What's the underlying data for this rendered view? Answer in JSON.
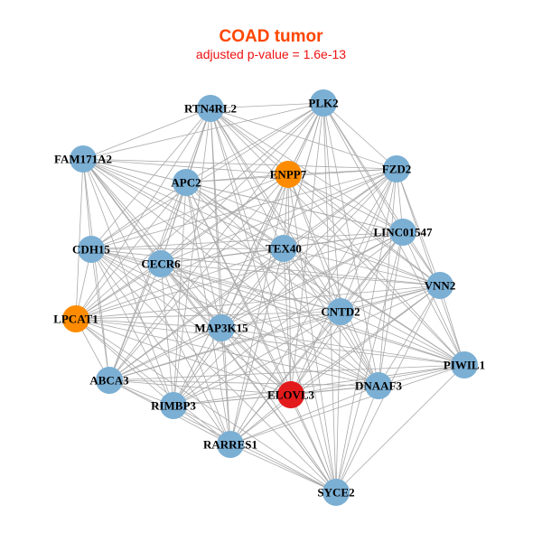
{
  "title": "COAD tumor",
  "subtitle": "adjusted p-value = 1.6e-13",
  "colors": {
    "default": "#7BAFD4",
    "highlight_orange": "#FF8C00",
    "highlight_red": "#E31A1C",
    "edge": "#AAAAAA"
  },
  "nodes": [
    {
      "label": "RTN4RL2",
      "color": "default"
    },
    {
      "label": "PLK2",
      "color": "default"
    },
    {
      "label": "FAM171A2",
      "color": "default"
    },
    {
      "label": "APC2",
      "color": "default"
    },
    {
      "label": "ENPP7",
      "color": "highlight_orange"
    },
    {
      "label": "FZD2",
      "color": "default"
    },
    {
      "label": "LINC01547",
      "color": "default"
    },
    {
      "label": "CDH15",
      "color": "default"
    },
    {
      "label": "CECR6",
      "color": "default"
    },
    {
      "label": "TEX40",
      "color": "default"
    },
    {
      "label": "VNN2",
      "color": "default"
    },
    {
      "label": "LPCAT1",
      "color": "highlight_orange"
    },
    {
      "label": "CNTD2",
      "color": "default"
    },
    {
      "label": "MAP3K15",
      "color": "default"
    },
    {
      "label": "PIWIL1",
      "color": "default"
    },
    {
      "label": "ABCA3",
      "color": "default"
    },
    {
      "label": "DNAAF3",
      "color": "default"
    },
    {
      "label": "ELOVL3",
      "color": "highlight_red"
    },
    {
      "label": "RIMBP3",
      "color": "default"
    },
    {
      "label": "RARRES1",
      "color": "default"
    },
    {
      "label": "SYCE2",
      "color": "default"
    }
  ],
  "edges_complete": true
}
